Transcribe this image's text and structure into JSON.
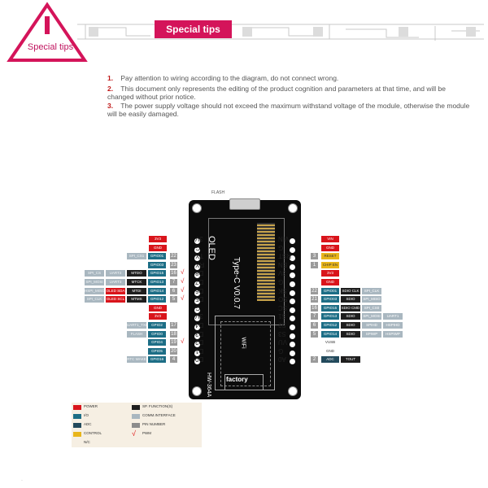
{
  "header": {
    "badge_label": "Special tips",
    "banner_title": "Special tips"
  },
  "notes": [
    {
      "num": "1.",
      "text": "Pay attention to wiring according to the diagram, do not connect wrong."
    },
    {
      "num": "2.",
      "text": "This document only represents the editing of the product cognition and parameters at that time, and will be changed without prior notice."
    },
    {
      "num": "3.",
      "text": "The power supply voltage should not exceed the maximum withstand voltage of the module, otherwise the module will be easily damaged."
    }
  ],
  "board": {
    "oled": "OLED",
    "version": "Type-C V0.0.7",
    "wifi": "WiFi",
    "model": "HW-364A",
    "factory": "factory",
    "usb_label": "FLASH"
  },
  "left_pins": [
    {
      "pin": "3V",
      "num": "",
      "labels": [
        {
          "text": "3V3",
          "kind": "power"
        }
      ]
    },
    {
      "pin": "G",
      "num": "",
      "labels": [
        {
          "text": "GND",
          "kind": "power"
        }
      ]
    },
    {
      "pin": "TX",
      "num": "22",
      "labels": [
        {
          "text": "GPIO01",
          "kind": "io"
        },
        {
          "text": "SPI_CS1",
          "kind": "comm"
        }
      ]
    },
    {
      "pin": "RX",
      "num": "23",
      "labels": [
        {
          "text": "GPIO03",
          "kind": "io"
        }
      ]
    },
    {
      "pin": "D8",
      "num": "16",
      "labels": [
        {
          "text": "GPIO15",
          "kind": "io"
        },
        {
          "text": "MTDO",
          "kind": "func"
        },
        {
          "text": "UART2",
          "kind": "comm"
        },
        {
          "text": "SPI_CS",
          "kind": "comm"
        }
      ]
    },
    {
      "pin": "D7",
      "num": "7",
      "labels": [
        {
          "text": "GPIO13",
          "kind": "io"
        },
        {
          "text": "MTCK",
          "kind": "func"
        },
        {
          "text": "UART3",
          "kind": "comm"
        },
        {
          "text": "SPI_MOSI",
          "kind": "comm"
        }
      ]
    },
    {
      "pin": "D6",
      "num": "6",
      "labels": [
        {
          "text": "GPIO14",
          "kind": "io"
        },
        {
          "text": "MTDI",
          "kind": "func"
        },
        {
          "text": "OLED SDA",
          "kind": "power"
        },
        {
          "text": "HSPI_MISO",
          "kind": "comm"
        }
      ]
    },
    {
      "pin": "D5",
      "num": "5",
      "labels": [
        {
          "text": "GPIO12",
          "kind": "io"
        },
        {
          "text": "MTMS",
          "kind": "func"
        },
        {
          "text": "OLED SCL",
          "kind": "power"
        },
        {
          "text": "SPI_CLK",
          "kind": "comm"
        }
      ]
    },
    {
      "pin": "G",
      "num": "",
      "labels": [
        {
          "text": "GND",
          "kind": "power"
        }
      ]
    },
    {
      "pin": "3V",
      "num": "",
      "labels": [
        {
          "text": "3V3",
          "kind": "power"
        }
      ]
    },
    {
      "pin": "D4",
      "num": "17",
      "labels": [
        {
          "text": "GPIO2",
          "kind": "io"
        },
        {
          "text": "UART1_TXD",
          "kind": "comm"
        }
      ]
    },
    {
      "pin": "D3",
      "num": "18",
      "labels": [
        {
          "text": "GPIO0",
          "kind": "io"
        },
        {
          "text": "FLASH",
          "kind": "comm"
        }
      ]
    },
    {
      "pin": "D2",
      "num": "19",
      "labels": [
        {
          "text": "GPIO4",
          "kind": "io"
        }
      ]
    },
    {
      "pin": "D1",
      "num": "20",
      "labels": [
        {
          "text": "GPIO5",
          "kind": "io"
        }
      ]
    },
    {
      "pin": "D0",
      "num": "4",
      "labels": [
        {
          "text": "GPIO16",
          "kind": "io"
        },
        {
          "text": "RTC WAKE",
          "kind": "comm"
        }
      ]
    }
  ],
  "right_pins": [
    {
      "pin": "VIN",
      "num": "",
      "labels": [
        {
          "text": "VIN",
          "kind": "power"
        }
      ]
    },
    {
      "pin": "G",
      "num": "",
      "labels": [
        {
          "text": "GND",
          "kind": "power"
        }
      ]
    },
    {
      "pin": "RST",
      "num": "3",
      "labels": [
        {
          "text": "RESET",
          "kind": "control"
        }
      ]
    },
    {
      "pin": "EN",
      "num": "1",
      "labels": [
        {
          "text": "CHIP EN",
          "kind": "control"
        }
      ]
    },
    {
      "pin": "3V",
      "num": "",
      "labels": [
        {
          "text": "3V3",
          "kind": "power"
        }
      ]
    },
    {
      "pin": "G",
      "num": "",
      "labels": [
        {
          "text": "GND",
          "kind": "power"
        }
      ]
    },
    {
      "pin": "SK",
      "num": "22",
      "labels": [
        {
          "text": "GPIO01",
          "kind": "io"
        },
        {
          "text": "SDIO CLK",
          "kind": "func"
        },
        {
          "text": "SPI_CLK",
          "kind": "comm"
        }
      ]
    },
    {
      "pin": "SO",
      "num": "21",
      "labels": [
        {
          "text": "GPIO03",
          "kind": "io"
        },
        {
          "text": "SDIO DATA0",
          "kind": "func"
        },
        {
          "text": "SPI_MISO",
          "kind": "comm"
        }
      ]
    },
    {
      "pin": "SC",
      "num": "16",
      "labels": [
        {
          "text": "GPIO15",
          "kind": "io"
        },
        {
          "text": "SDIO CMD",
          "kind": "func"
        },
        {
          "text": "SPI_CS0",
          "kind": "comm"
        }
      ]
    },
    {
      "pin": "S1",
      "num": "7",
      "labels": [
        {
          "text": "GPIO13",
          "kind": "io"
        },
        {
          "text": "SDIO DATA1",
          "kind": "func"
        },
        {
          "text": "SPI_MOSI",
          "kind": "comm"
        },
        {
          "text": "UART1",
          "kind": "comm"
        }
      ]
    },
    {
      "pin": "S2",
      "num": "6",
      "labels": [
        {
          "text": "GPIO12",
          "kind": "io"
        },
        {
          "text": "SDIO DATA2",
          "kind": "func"
        },
        {
          "text": "SPIHD",
          "kind": "comm"
        },
        {
          "text": "HSPIHD",
          "kind": "comm"
        }
      ]
    },
    {
      "pin": "S3",
      "num": "5",
      "labels": [
        {
          "text": "GPIO14",
          "kind": "io"
        },
        {
          "text": "SDIO DATA3",
          "kind": "func"
        },
        {
          "text": "SPIWP",
          "kind": "comm"
        },
        {
          "text": "HSPIWP",
          "kind": "comm"
        }
      ]
    },
    {
      "pin": "VU",
      "num": "",
      "labels": [
        {
          "text": "VUSB",
          "kind": "plain"
        }
      ]
    },
    {
      "pin": "G",
      "num": "",
      "labels": [
        {
          "text": "GND",
          "kind": "plain"
        }
      ]
    },
    {
      "pin": "A0",
      "num": "2",
      "labels": [
        {
          "text": "ADC",
          "kind": "adc"
        },
        {
          "text": "TOUT",
          "kind": "func"
        }
      ]
    }
  ],
  "legend": [
    {
      "label": "POWER",
      "color": "#d9141b"
    },
    {
      "label": "SP. FUNCTION(S)",
      "color": "#1e1e1e"
    },
    {
      "label": "I/O",
      "color": "#1d6e86"
    },
    {
      "label": "COMM.INTERFACE",
      "color": "#a9b7c0"
    },
    {
      "label": "ADC",
      "color": "#234a5c"
    },
    {
      "label": "PIN NUMBER",
      "color": "#8c8c8c"
    },
    {
      "label": "CONTROL",
      "color": "#e8b51a"
    },
    {
      "label": "PWM",
      "color": "#e01a1a"
    },
    {
      "label": "N/C",
      "color": "#f6efe3"
    }
  ],
  "colors": {
    "power": "#d9141b",
    "io": "#1d6e86",
    "func": "#1e1e1e",
    "comm": "#a9b7c0",
    "control": "#e8b51a",
    "adc": "#234a5c",
    "accent": "#d4145a"
  },
  "pwm_left_rows": [
    4,
    5,
    6,
    7,
    12
  ],
  "pwm_right_rows": []
}
